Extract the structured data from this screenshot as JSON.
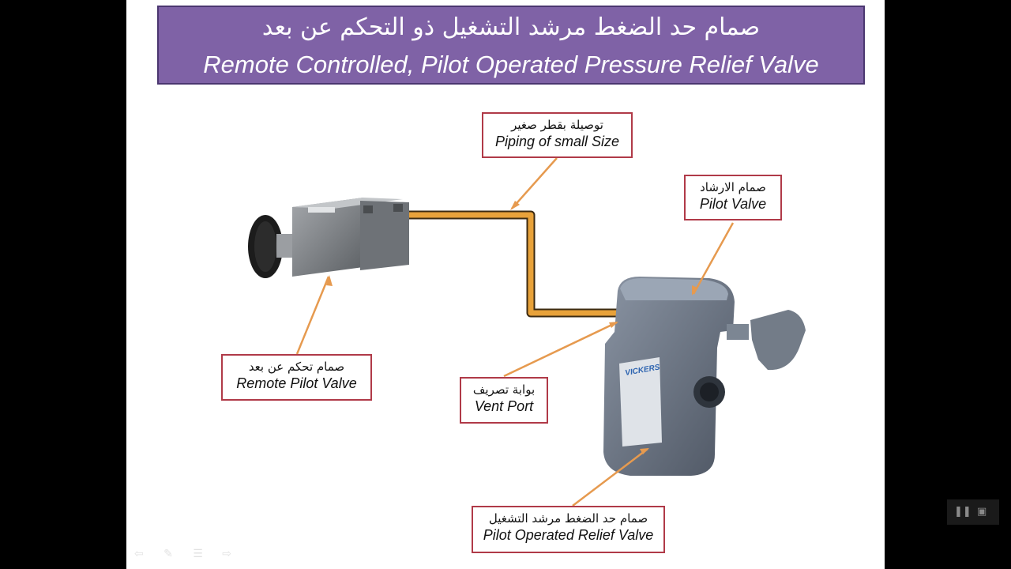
{
  "title": {
    "arabic": "صمام حد الضغط مرشد التشغيل ذو التحكم عن بعد",
    "english": "Remote Controlled, Pilot Operated Pressure Relief Valve"
  },
  "callouts": {
    "piping": {
      "arabic": "توصيلة بقطر صغير",
      "english": "Piping of small Size"
    },
    "pilot_valve": {
      "arabic": "صمام الارشاد",
      "english": "Pilot Valve"
    },
    "remote_pilot_valve": {
      "arabic": "صمام تحكم عن بعد",
      "english": "Remote Pilot Valve"
    },
    "vent_port": {
      "arabic": "بوابة تصريف",
      "english": "Vent Port"
    },
    "relief_valve": {
      "arabic": "صمام حد الضغط مرشد التشغيل",
      "english": "Pilot Operated Relief Valve"
    }
  },
  "brand_label": "VICKERS",
  "colors": {
    "title_bg": "#7f62a6",
    "callout_border": "#b03a48",
    "leader_line": "#e69a4f",
    "pipe": "#e8a23a",
    "valve_body": "#5f6876"
  },
  "icons": {
    "nav_prev": "arrow-left-icon",
    "nav_pen": "pen-icon",
    "nav_menu": "menu-icon",
    "nav_next": "arrow-right-icon",
    "player_pause": "pause-icon",
    "player_screen": "screen-icon"
  }
}
